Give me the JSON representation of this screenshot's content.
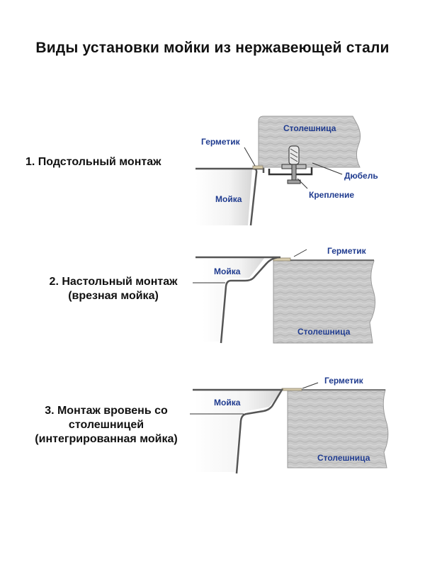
{
  "title": "Виды установки мойки из нержавеющей стали",
  "diagrams": [
    {
      "label_line1": "1. Подстольный монтаж",
      "sealant": "Герметик",
      "countertop": "Столешница",
      "sink": "Мойка",
      "dowel": "Дюбель",
      "fastener": "Крепление"
    },
    {
      "label_line1": "2. Настольный монтаж",
      "label_line2": "(врезная мойка)",
      "sealant": "Герметик",
      "countertop": "Столешница",
      "sink": "Мойка"
    },
    {
      "label_line1": "3. Монтаж вровень со",
      "label_line2": "столешницей",
      "label_line3": "(интегрированная мойка)",
      "sealant": "Герметик",
      "countertop": "Столешница",
      "sink": "Мойка"
    }
  ],
  "colors": {
    "label_blue": "#1f3b8f",
    "countertop_gray": "#c9c9c9",
    "steel": "#555555",
    "sealant": "#d8ccae"
  }
}
